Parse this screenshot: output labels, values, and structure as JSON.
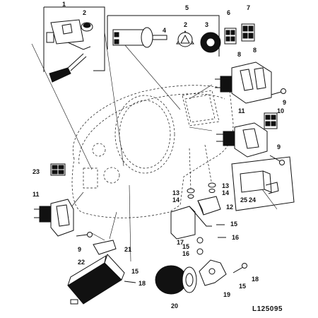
{
  "figure_code": "L125095",
  "callouts": {
    "c1": "1",
    "c2": "2",
    "c3": "3",
    "c4": "4",
    "c5": "5",
    "c6": "6",
    "c7": "7",
    "c8a": "8",
    "c8b": "8",
    "c9a": "9",
    "c10": "10",
    "c11a": "11",
    "c9b": "9",
    "c23": "23",
    "c11b": "11",
    "c13a": "13",
    "c14a": "14",
    "c13b": "13",
    "c14b": "14",
    "c12": "12",
    "c25": "25",
    "c24": "24",
    "c15a": "15",
    "c17": "17",
    "c16a": "16",
    "c15b": "15",
    "c16b": "16",
    "c9c": "9",
    "c21": "21",
    "c22": "22",
    "c15c": "15",
    "c18a": "18",
    "c20": "20",
    "c19": "19",
    "c15d": "15",
    "c18b": "18"
  }
}
